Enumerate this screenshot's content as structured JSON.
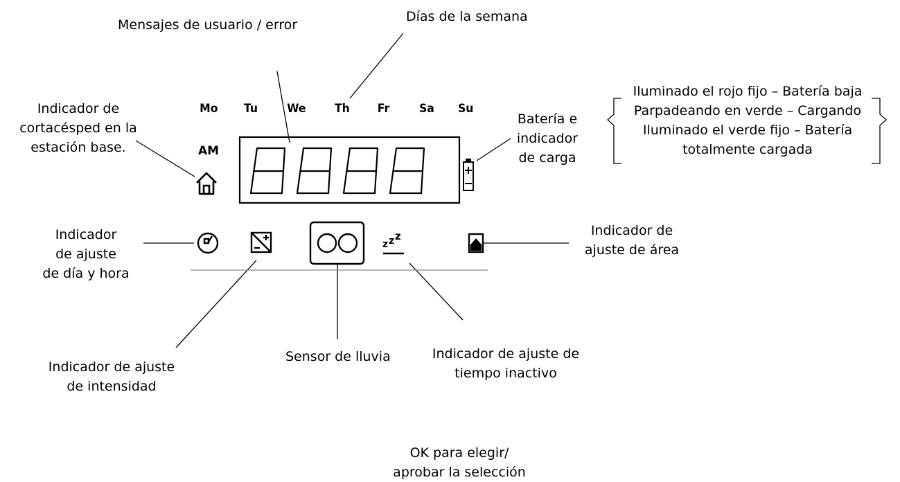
{
  "labels": {
    "mensajes": "Mensajes de usuario / error",
    "dias": "Días de la semana",
    "indicador_base": [
      "Indicador de",
      "cortacésped en la",
      "estación base."
    ],
    "bateria": [
      "Batería e",
      "indicador",
      "de carga"
    ],
    "estados_bateria": [
      "Iluminado el rojo fijo – Batería baja",
      "Parpadeando en verde – Cargando",
      "Iluminado el verde fijo – Batería",
      "totalmente cargada"
    ],
    "dia_hora": [
      "Indicador",
      "de ajuste",
      "de día y hora"
    ],
    "area": [
      "Indicador de",
      "ajuste de área"
    ],
    "intensidad": [
      "Indicador de ajuste",
      "de intensidad"
    ],
    "lluvia": "Sensor de lluvia",
    "inactivo": [
      "Indicador de ajuste de",
      "tiempo inactivo"
    ],
    "ok": [
      "OK para elegir/",
      "aprobar la selección"
    ]
  },
  "panel": {
    "days": [
      "Mo",
      "Tu",
      "We",
      "Th",
      "Fr",
      "Sa",
      "Su"
    ],
    "am": "AM",
    "digits": 4
  },
  "icons": [
    "home-icon",
    "battery-icon",
    "clock-icon",
    "intensity-icon",
    "rain-sensor-icon",
    "sleep-zzz-icon",
    "area-icon"
  ]
}
